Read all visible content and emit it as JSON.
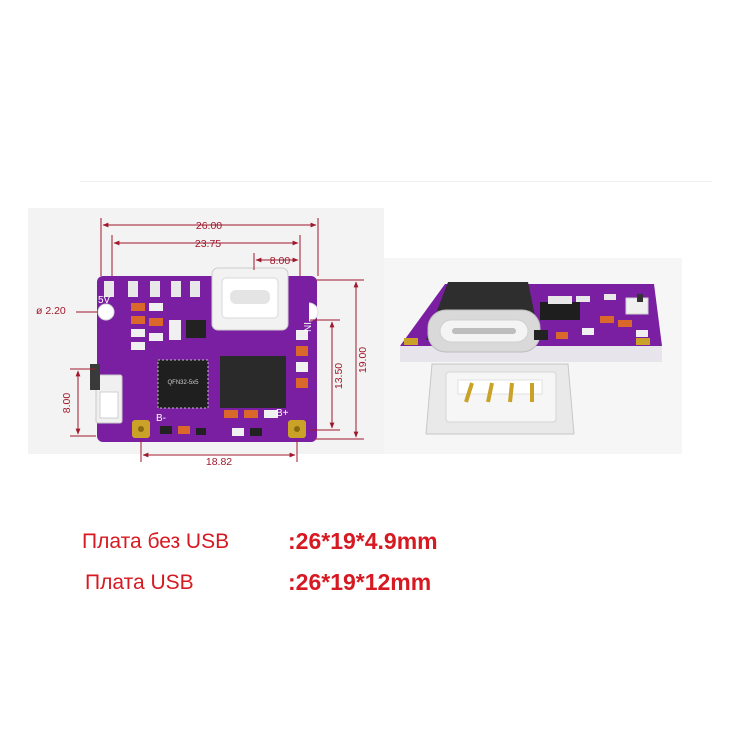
{
  "dimensions": {
    "width_total": "26.00",
    "width_inner": "23.75",
    "usb_c_width": "8.00",
    "hole_diameter": "ø 2.20",
    "height_total": "19.00",
    "height_inner": "13.50",
    "switch_height": "8.00",
    "pad_spacing": "18.82"
  },
  "silkscreen": {
    "out_5v": "5V",
    "input": "IN",
    "batt_minus": "B-",
    "batt_plus": "B+",
    "ic_marking": "QFN32-5x5"
  },
  "specs": [
    {
      "label": "Плата без USB",
      "value": ":26*19*4.9mm"
    },
    {
      "label": "Плата USB",
      "value": ":26*19*12mm"
    }
  ],
  "colors": {
    "pcb": "#7a1fa2",
    "dimension": "#a0182c",
    "spec_text": "#d71921",
    "pad_gold": "#c9a227"
  },
  "icons": [
    "usb-c-connector-icon",
    "usb-a-connector-icon",
    "slide-switch-icon"
  ]
}
